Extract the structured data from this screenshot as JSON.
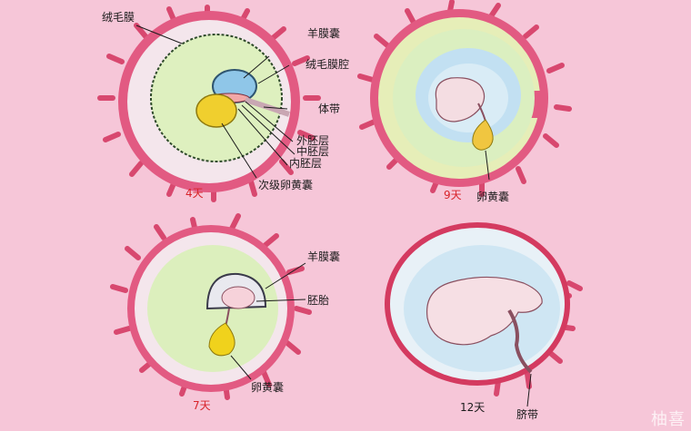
{
  "panels": [
    {
      "day": "4天",
      "labels": [
        "绒毛膜",
        "羊膜囊",
        "绒毛膜腔",
        "体带",
        "外胚层",
        "中胚层",
        "内胚层",
        "次级卵黄囊"
      ]
    },
    {
      "day": "9天",
      "labels": [
        "卵黄囊"
      ]
    },
    {
      "day": "7天",
      "labels": [
        "羊膜囊",
        "胚胎",
        "卵黄囊"
      ]
    },
    {
      "day": "12天",
      "labels": [
        "脐带"
      ]
    }
  ],
  "watermark": "柚喜",
  "colors": {
    "background": "#f6c6d8",
    "chorion_outer": "#e25a82",
    "chorion_inner": "#f3e3ea",
    "cavity_green": "#def0bf",
    "amnion_blue": "#c9e3f1",
    "embryo": "#f3dbe0",
    "yolk": "#f0cf2e",
    "label_day": "#d8232a"
  }
}
